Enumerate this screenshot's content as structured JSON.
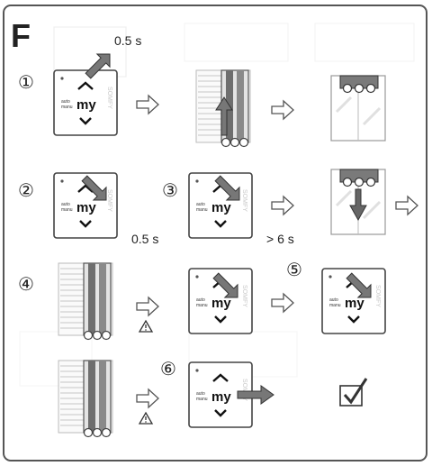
{
  "panel": {
    "letter": "F"
  },
  "remote": {
    "up": "^",
    "down": "v",
    "my": "my",
    "mode_line1": "auto",
    "mode_line2": "manu"
  },
  "steps": [
    "①",
    "②",
    "③",
    "④",
    "⑤",
    "⑥"
  ],
  "timings": {
    "press_short_1": "0.5 s",
    "press_short_2": "0.5 s",
    "press_long": "> 6 s"
  },
  "icons": {
    "arrow": "hollow-right-arrow-icon",
    "warning": "warning-triangle-icon",
    "done": "checked-box-icon"
  },
  "colors": {
    "frame": "#555555",
    "arrow_fill": "#777777",
    "ink": "#222222",
    "muted": "#cfcfcf"
  }
}
